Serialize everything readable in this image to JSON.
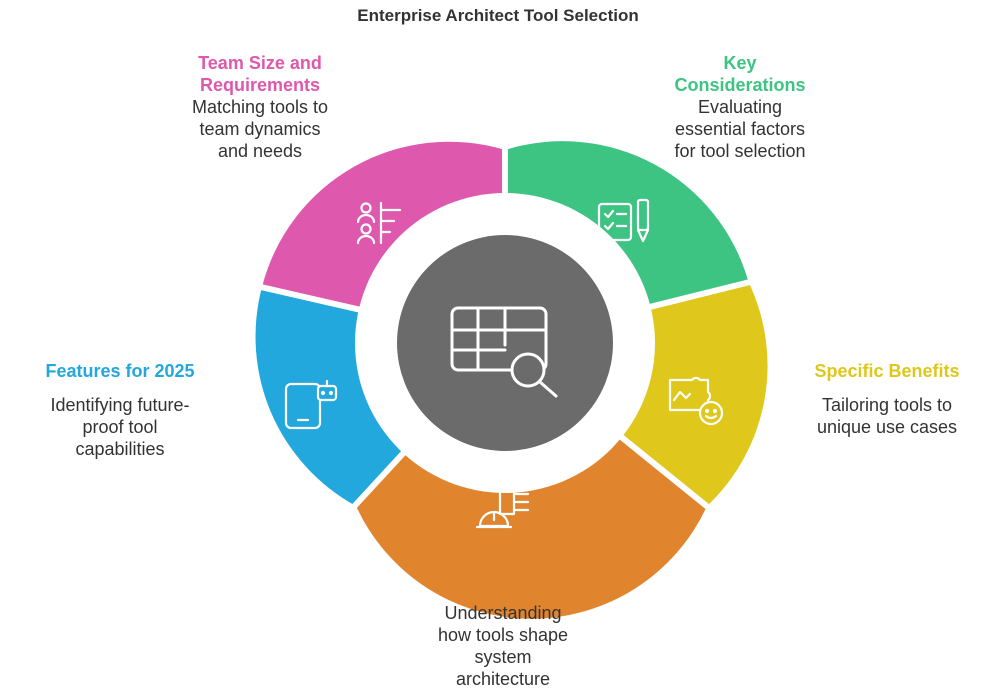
{
  "title": "Enterprise Architect Tool Selection",
  "center_icon": "table-search-icon",
  "segments": [
    {
      "id": "key-considerations",
      "title_lines": [
        "Key",
        "Considerations"
      ],
      "desc_lines": [
        "Evaluating",
        "essential factors",
        "for tool selection"
      ],
      "color": "#3dc482",
      "icon": "checklist-pen-icon"
    },
    {
      "id": "specific-benefits",
      "title_lines": [
        "Specific Benefits"
      ],
      "desc_lines": [
        "Tailoring tools to",
        "unique use cases"
      ],
      "color": "#dfc71c",
      "icon": "puzzle-smile-icon"
    },
    {
      "id": "impact-on-system-design",
      "title_lines": [
        "Impact on System",
        "Design"
      ],
      "desc_lines": [
        "Understanding",
        "how tools shape",
        "system",
        "architecture"
      ],
      "color": "#e0852e",
      "icon": "builder-helmet-icon"
    },
    {
      "id": "features-for-2025",
      "title_lines": [
        "Features for 2025"
      ],
      "desc_lines": [
        "Identifying future-",
        "proof tool",
        "capabilities"
      ],
      "color": "#22a8dd",
      "icon": "robot-tablet-icon"
    },
    {
      "id": "team-size-and-requirements",
      "title_lines": [
        "Team Size and",
        "Requirements"
      ],
      "desc_lines": [
        "Matching tools to",
        "team dynamics",
        "and needs"
      ],
      "color": "#de58ad",
      "icon": "team-chart-icon"
    }
  ]
}
